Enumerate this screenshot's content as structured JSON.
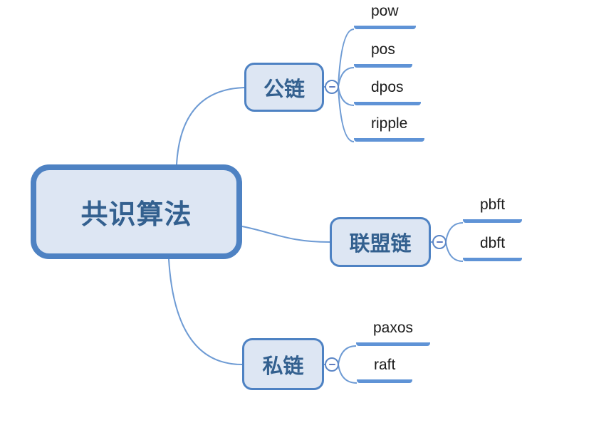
{
  "colors": {
    "node_border": "#4e82c3",
    "node_fill": "#dde6f3",
    "node_text": "#33608f",
    "connector": "#6e9bd4",
    "underline": "#5f93d6",
    "leaf_text": "#1a1a1a"
  },
  "root": {
    "label": "共识算法"
  },
  "branches": [
    {
      "label": "公链",
      "toggle_icon": "minus-icon",
      "children": [
        {
          "label": "pow"
        },
        {
          "label": "pos"
        },
        {
          "label": "dpos"
        },
        {
          "label": "ripple"
        }
      ]
    },
    {
      "label": "联盟链",
      "toggle_icon": "minus-icon",
      "children": [
        {
          "label": "pbft"
        },
        {
          "label": "dbft"
        }
      ]
    },
    {
      "label": "私链",
      "toggle_icon": "minus-icon",
      "children": [
        {
          "label": "paxos"
        },
        {
          "label": "raft"
        }
      ]
    }
  ]
}
